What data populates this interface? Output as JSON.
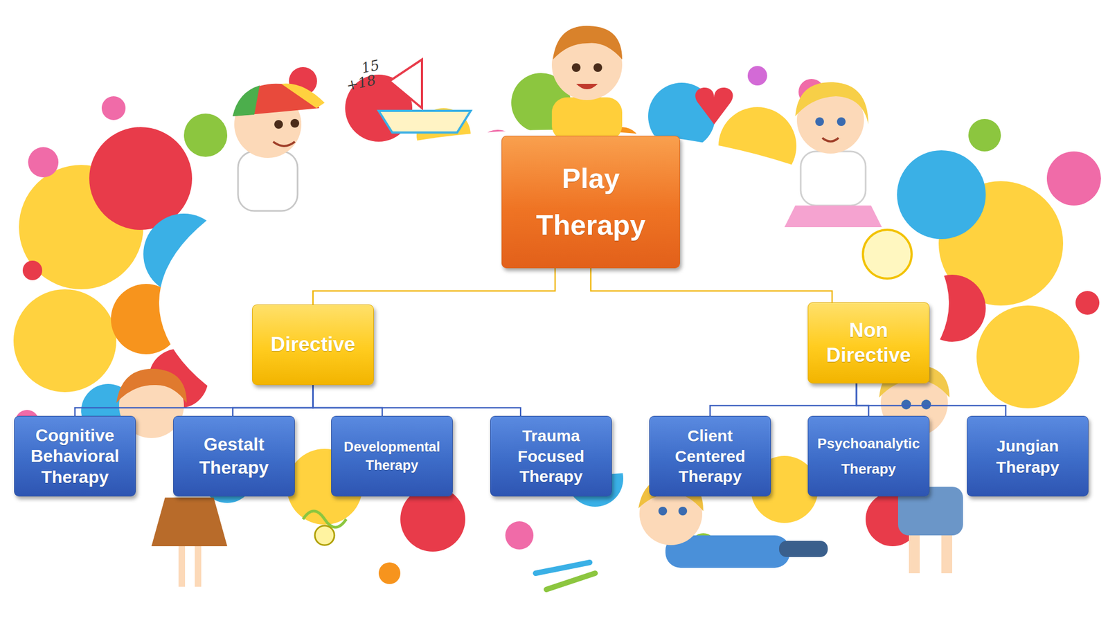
{
  "diagram": {
    "nodes": [
      {
        "text": [
          "Play Therapy"
        ]
      },
      {
        "text": [
          "Directive"
        ]
      },
      {
        "text": [
          "Non Directive"
        ]
      },
      {
        "text": [
          "Cognitive Behavioral Therapy"
        ]
      },
      {
        "text": [
          "Gestalt Therapy"
        ]
      },
      {
        "text": [
          "Developmental Therapy"
        ]
      },
      {
        "text": [
          "Trauma Focused Therapy"
        ]
      },
      {
        "text": [
          "Client Centered Therapy"
        ]
      },
      {
        "text": [
          "Psychoanalytic Therapy"
        ]
      },
      {
        "text": [
          "Jungian Therapy"
        ]
      }
    ],
    "edges": [
      {
        "from": 0,
        "to": 1,
        "arrow": "none"
      },
      {
        "from": 0,
        "to": 2,
        "arrow": "none"
      },
      {
        "from": 1,
        "to": 3,
        "arrow": "none"
      },
      {
        "from": 1,
        "to": 4,
        "arrow": "none"
      },
      {
        "from": 1,
        "to": 5,
        "arrow": "none"
      },
      {
        "from": 1,
        "to": 6,
        "arrow": "none"
      },
      {
        "from": 2,
        "to": 7,
        "arrow": "none"
      },
      {
        "from": 2,
        "to": 8,
        "arrow": "none"
      },
      {
        "from": 2,
        "to": 9,
        "arrow": "none"
      }
    ],
    "labels": [
      "15",
      "+18"
    ]
  }
}
